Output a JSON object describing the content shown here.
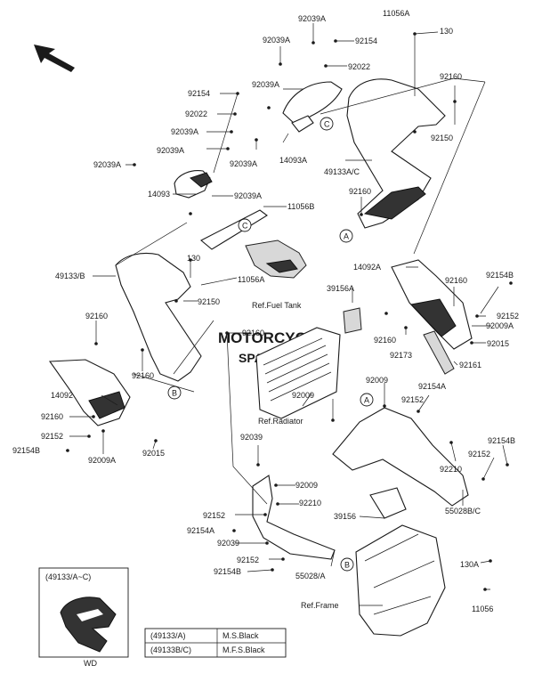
{
  "watermark": {
    "line1": "MOTORCYCLE",
    "line2": "SPARE PARTS"
  },
  "callouts": [
    {
      "id": "92039A-top",
      "text": "92039A"
    },
    {
      "id": "92154-top",
      "text": "92154"
    },
    {
      "id": "92022-top",
      "text": "92022"
    },
    {
      "id": "92039A-2",
      "text": "92039A"
    },
    {
      "id": "92039A-3",
      "text": "92039A"
    },
    {
      "id": "11056A-top",
      "text": "11056A"
    },
    {
      "id": "130-top",
      "text": "130"
    },
    {
      "id": "92160-top",
      "text": "92160"
    },
    {
      "id": "92150-right",
      "text": "92150"
    },
    {
      "id": "49133AC",
      "text": "49133A/C"
    },
    {
      "id": "92160-mid",
      "text": "92160"
    },
    {
      "id": "92154-left",
      "text": "92154"
    },
    {
      "id": "92022-left",
      "text": "92022"
    },
    {
      "id": "92039A-l1",
      "text": "92039A"
    },
    {
      "id": "92039A-l2",
      "text": "92039A"
    },
    {
      "id": "92039A-l3",
      "text": "92039A"
    },
    {
      "id": "14093A",
      "text": "14093A"
    },
    {
      "id": "92039A-c",
      "text": "92039A"
    },
    {
      "id": "14093",
      "text": "14093"
    },
    {
      "id": "92039A-d",
      "text": "92039A"
    },
    {
      "id": "11056B",
      "text": "11056B"
    },
    {
      "id": "49133B",
      "text": "49133/B"
    },
    {
      "id": "130-mid",
      "text": "130"
    },
    {
      "id": "11056A-mid",
      "text": "11056A"
    },
    {
      "id": "92150-mid",
      "text": "92150"
    },
    {
      "id": "ref-fuel-tank",
      "text": "Ref.Fuel Tank"
    },
    {
      "id": "14092A",
      "text": "14092A"
    },
    {
      "id": "92154B-r",
      "text": "92154B"
    },
    {
      "id": "39156A",
      "text": "39156A"
    },
    {
      "id": "92160-r1",
      "text": "92160"
    },
    {
      "id": "92152-r",
      "text": "92152"
    },
    {
      "id": "92009A-r",
      "text": "92009A"
    },
    {
      "id": "92160-r2",
      "text": "92160"
    },
    {
      "id": "92015-r",
      "text": "92015"
    },
    {
      "id": "92173",
      "text": "92173"
    },
    {
      "id": "92161",
      "text": "92161"
    },
    {
      "id": "92160-l",
      "text": "92160"
    },
    {
      "id": "92160-c",
      "text": "92160"
    },
    {
      "id": "92160-l2",
      "text": "92160"
    },
    {
      "id": "14092",
      "text": "14092"
    },
    {
      "id": "92160-l3",
      "text": "92160"
    },
    {
      "id": "92152-l",
      "text": "92152"
    },
    {
      "id": "92154B-l",
      "text": "92154B"
    },
    {
      "id": "92009A-l",
      "text": "92009A"
    },
    {
      "id": "92015-l",
      "text": "92015"
    },
    {
      "id": "92009-c",
      "text": "92009"
    },
    {
      "id": "92009-r",
      "text": "92009"
    },
    {
      "id": "92154A-r",
      "text": "92154A"
    },
    {
      "id": "92152-r2",
      "text": "92152"
    },
    {
      "id": "ref-radiator",
      "text": "Ref.Radiator"
    },
    {
      "id": "92039-l",
      "text": "92039"
    },
    {
      "id": "92154B-r2",
      "text": "92154B"
    },
    {
      "id": "92152-r3",
      "text": "92152"
    },
    {
      "id": "92210-r",
      "text": "92210"
    },
    {
      "id": "92009-l2",
      "text": "92009"
    },
    {
      "id": "92210-l",
      "text": "92210"
    },
    {
      "id": "39156",
      "text": "39156"
    },
    {
      "id": "55028BC",
      "text": "55028B/C"
    },
    {
      "id": "92152-l2",
      "text": "92152"
    },
    {
      "id": "92154A-l",
      "text": "92154A"
    },
    {
      "id": "92039-l2",
      "text": "92039"
    },
    {
      "id": "92152-l3",
      "text": "92152"
    },
    {
      "id": "92154B-l2",
      "text": "92154B"
    },
    {
      "id": "55028A",
      "text": "55028/A"
    },
    {
      "id": "130A",
      "text": "130A"
    },
    {
      "id": "ref-frame",
      "text": "Ref.Frame"
    },
    {
      "id": "11056",
      "text": "11056"
    }
  ],
  "markers": {
    "a": "A",
    "b": "B",
    "c": "C"
  },
  "inset": {
    "title": "(49133/A~C)",
    "tag": "WD"
  },
  "legend": [
    {
      "part": "(49133/A)",
      "color": "M.S.Black"
    },
    {
      "part": "(49133B/C)",
      "color": "M.F.S.Black"
    }
  ]
}
